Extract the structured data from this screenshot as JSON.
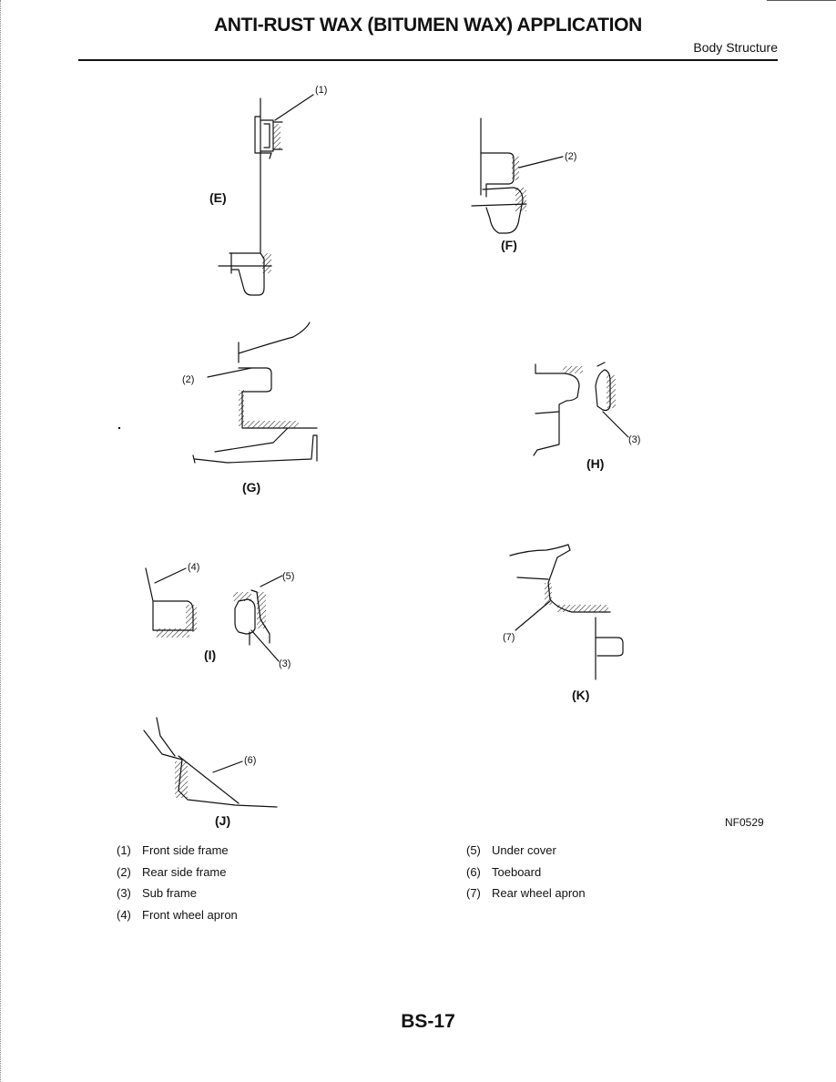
{
  "header": {
    "title": "ANTI-RUST WAX (BITUMEN WAX) APPLICATION",
    "section": "Body Structure"
  },
  "figures": {
    "E": {
      "label": "(E)",
      "callouts": [
        "(1)"
      ]
    },
    "F": {
      "label": "(F)",
      "callouts": [
        "(2)"
      ]
    },
    "G": {
      "label": "(G)",
      "callouts": [
        "(2)"
      ]
    },
    "H": {
      "label": "(H)",
      "callouts": [
        "(3)"
      ]
    },
    "I": {
      "label": "(I)",
      "callouts": [
        "(4)",
        "(5)",
        "(3)"
      ]
    },
    "J": {
      "label": "(J)",
      "callouts": [
        "(6)"
      ]
    },
    "K": {
      "label": "(K)",
      "callouts": [
        "(7)"
      ]
    }
  },
  "figure_code": "NF0529",
  "legend": {
    "left": [
      {
        "num": "(1)",
        "text": "Front side frame"
      },
      {
        "num": "(2)",
        "text": "Rear side frame"
      },
      {
        "num": "(3)",
        "text": "Sub frame"
      },
      {
        "num": "(4)",
        "text": "Front wheel apron"
      }
    ],
    "right": [
      {
        "num": "(5)",
        "text": "Under cover"
      },
      {
        "num": "(6)",
        "text": "Toeboard"
      },
      {
        "num": "(7)",
        "text": "Rear wheel apron"
      }
    ]
  },
  "footer": {
    "page_number": "BS-17"
  }
}
